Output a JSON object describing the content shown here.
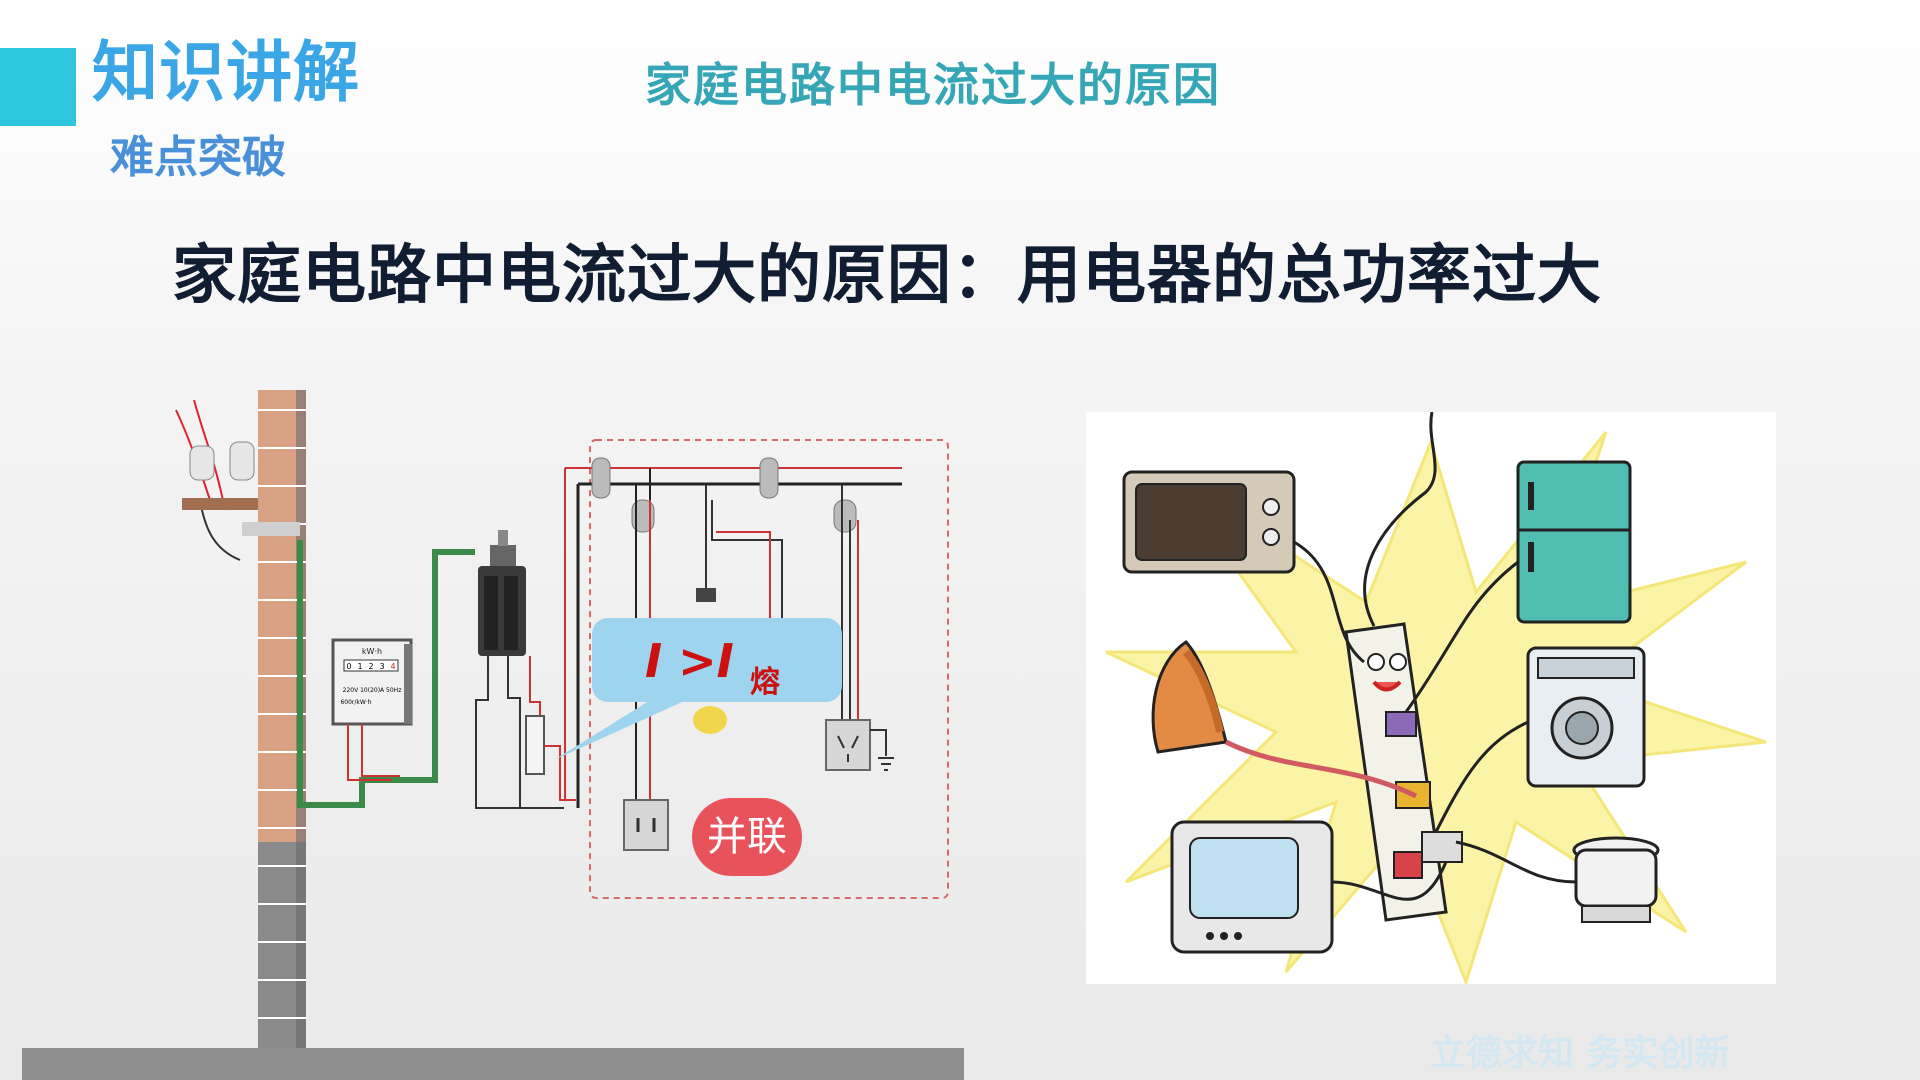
{
  "header": {
    "section_title": "知识讲解",
    "section_subtitle": "难点突破",
    "topic_title": "家庭电路中电流过大的原因"
  },
  "main": {
    "heading": "家庭电路中电流过大的原因：用电器的总功率过大"
  },
  "circuit_diagram": {
    "meter_unit": "kW·h",
    "meter_digits": [
      "0",
      "1",
      "2",
      "3",
      "4"
    ],
    "meter_spec": "220V  10(20)A  50Hz",
    "meter_rate": "600r/kW·h",
    "callout_formula": "I >I",
    "callout_subscript": "熔",
    "parallel_label": "并联"
  },
  "cartoon": {
    "appliances": [
      "microwave-oven",
      "refrigerator",
      "electric-iron",
      "washing-machine",
      "television",
      "rice-cooker",
      "overloaded-power-strip"
    ]
  },
  "footer": {
    "watermark": "立德求知 务实创新"
  },
  "colors": {
    "accent": "#2ec6dc",
    "section_title": "#3aa6e6",
    "topic_title": "#35a6b6",
    "heading": "#111d33",
    "callout_bg": "#9fd4ee",
    "formula_red": "#cc1111",
    "parallel_badge": "#e8525a"
  }
}
